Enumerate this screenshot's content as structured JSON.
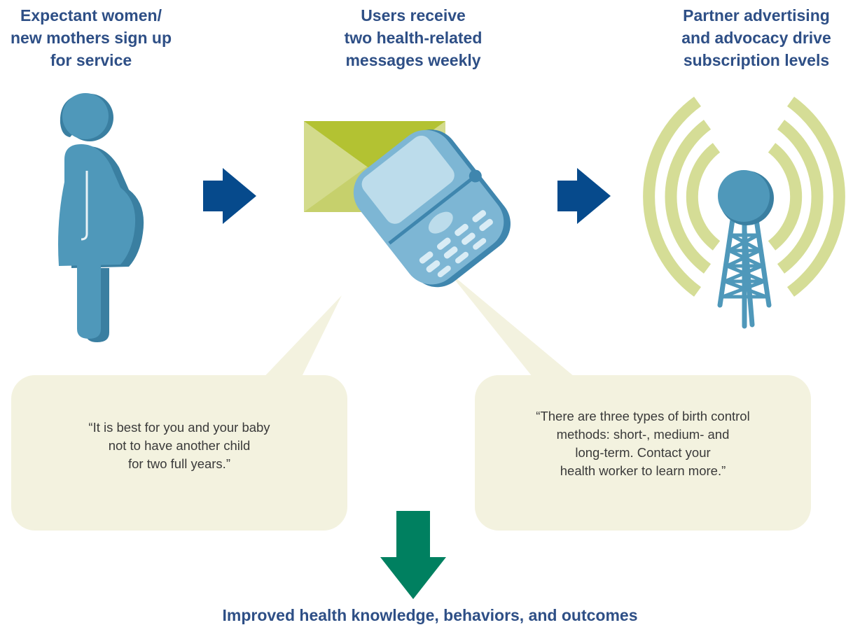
{
  "steps": [
    {
      "label": "Expectant women/\nnew mothers sign up\nfor service",
      "icon": "pregnant-woman-icon"
    },
    {
      "label": "Users receive\ntwo health-related\nmessages weekly",
      "icon": "mobile-phone-message-icon"
    },
    {
      "label": "Partner advertising\nand advocacy drive\nsubscription levels",
      "icon": "broadcast-tower-icon"
    }
  ],
  "messages": [
    "“It is best for you and your baby\nnot to have another child\nfor two full years.”",
    "“There are three types of birth control\nmethods: short-, medium- and\nlong-term. Contact your\nhealth worker to learn more.”"
  ],
  "outcome": "Improved health knowledge, behaviors, and outcomes",
  "colors": {
    "heading_text": "#2e4f86",
    "flow_arrow": "#064a8c",
    "outcome_arrow": "#008060",
    "figure_blue": "#4f98ba",
    "envelope_green": "#b3c232",
    "signal_rings": "#d5dd96",
    "bubble_fill": "#f3f2df"
  }
}
